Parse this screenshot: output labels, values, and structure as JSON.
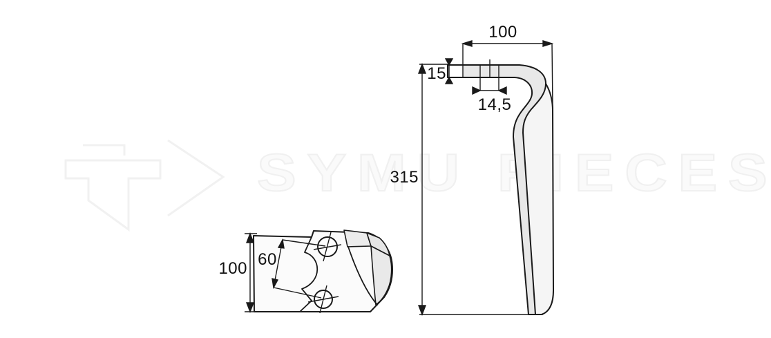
{
  "drawing": {
    "front_view": {
      "dim_top_width": "100",
      "dim_bar_thickness": "15",
      "dim_hole_width": "14,5",
      "dim_total_height": "315"
    },
    "side_view": {
      "dim_height": "100",
      "dim_hole_spacing": "60"
    }
  },
  "watermark": {
    "text": "SYMU PIECES"
  },
  "colors": {
    "background": "#ffffff",
    "line": "#1a1a1a",
    "fill_strip": "#e8e8e8",
    "fill_face": "#f5f5f5",
    "fill_facet": "#e9e9e9",
    "watermark": "#f0f0f0"
  }
}
